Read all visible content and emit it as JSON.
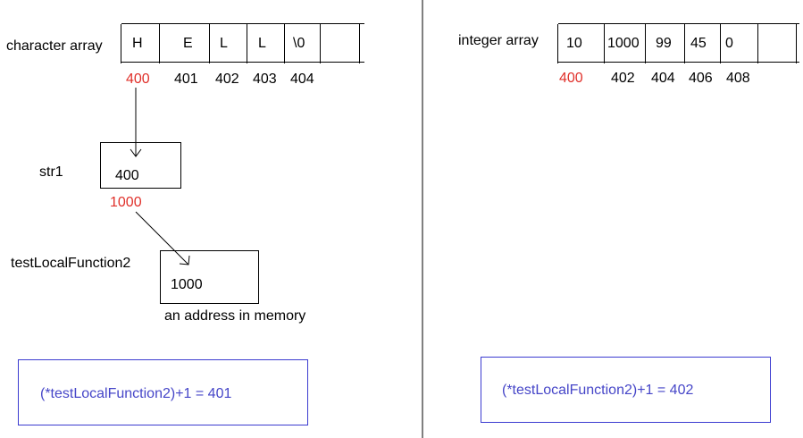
{
  "left": {
    "char_array_label": "character array",
    "char_cells": [
      "H",
      "E",
      "L",
      "L",
      "\\0",
      "",
      ""
    ],
    "char_addresses": [
      "400",
      "401",
      "402",
      "403",
      "404"
    ],
    "str1_label": "str1",
    "str1_value": "400",
    "str1_address": "1000",
    "fn_label": "testLocalFunction2",
    "fn_value": "1000",
    "fn_caption": "an address in memory",
    "expression": "(*testLocalFunction2)+1 = 401"
  },
  "right": {
    "int_array_label": "integer array",
    "int_cells": [
      "10",
      "1000",
      "99",
      "45",
      "0",
      "",
      ""
    ],
    "int_addresses": [
      "400",
      "402",
      "404",
      "406",
      "408"
    ],
    "expression": "(*testLocalFunction2)+1 = 402"
  },
  "colors": {
    "address_highlight": "#e0302a",
    "expression_text": "#4646c8",
    "expression_border": "#3b3bd0"
  }
}
